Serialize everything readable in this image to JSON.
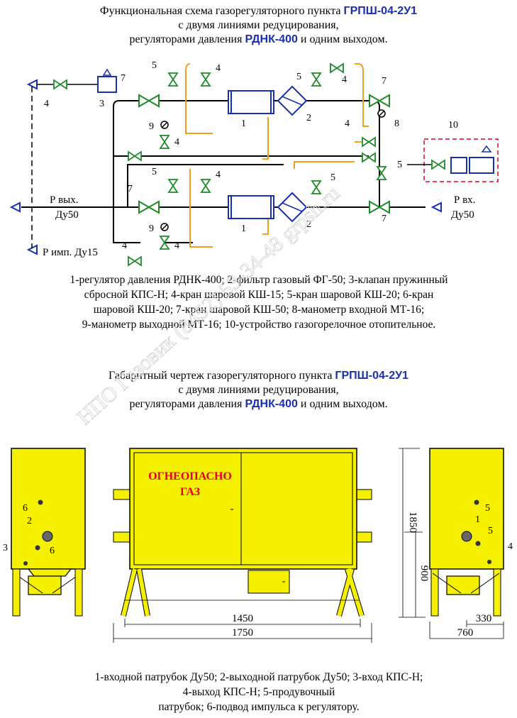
{
  "title1": {
    "line1_prefix": "Функциональная схема газорегуляторного пункта ",
    "line1_code": "ГРПШ-04-2У1",
    "line2": "с двумя линиями редуцирования,",
    "line3_prefix": "регуляторами давления ",
    "line3_code": "РДНК-400",
    "line3_suffix": " и одним выходом."
  },
  "scheme": {
    "p_out": "Р вых.",
    "dn_out": "Ду50",
    "p_imp": "Р имп. Ду15",
    "p_in": "Р вх.",
    "dn_in": "Ду50",
    "n1": "1",
    "n2": "2",
    "n3": "3",
    "n4": "4",
    "n5": "5",
    "n7": "7",
    "n8": "8",
    "n9": "9",
    "n10": "10"
  },
  "legend1": {
    "line1": "1-регулятор давления РДНК-400; 2-фильтр газовый ФГ-50; 3-клапан пружинный",
    "line2": "сбросной КПС-Н; 4-кран шаровой КШ-15; 5-кран шаровой КШ-20; 6-кран",
    "line3": "шаровой КШ-20; 7-кран шаровой КШ-50; 8-манометр входной МТ-16;",
    "line4": "9-манометр выходной МТ-16; 10-устройство газогорелочное отопительное."
  },
  "title2": {
    "line1_prefix": "Габаритный чертеж газорегуляторного пункта ",
    "line1_code": "ГРПШ-04-2У1",
    "line2": "с двумя линиями редуцирования,",
    "line3_prefix": "регуляторами давления ",
    "line3_code": "РДНК-400",
    "line3_suffix": " и одним выходом."
  },
  "drawing": {
    "warning_line1": "ОГНЕОПАСНО",
    "warning_line2": "ГАЗ",
    "dim_width_inner": "1450",
    "dim_width_outer": "1750",
    "dim_height": "1850",
    "dim_height_low": "900",
    "dim_depth": "760",
    "dim_depth_inner": "330",
    "callouts": [
      "1",
      "2",
      "3",
      "4",
      "5",
      "6"
    ]
  },
  "legend2": {
    "line1": "1-входной патрубок Ду50; 2-выходной патрубок Ду50; 3-вход КПС-Н;",
    "line2": "4-выход КПС-Н; 5-продувочный",
    "line3": "патрубок; 6-подвод импульса к регулятору."
  },
  "watermark": "НПО Газовик (8452) 53-34-48  grpsh.ru",
  "colors": {
    "valve_green": "#1f8a2a",
    "blue": "#1a2fb0",
    "orange_impulse": "#f0a020",
    "cabinet_yellow": "#f5f000",
    "warning_red": "#e4002b",
    "dashed_red": "#e4002b"
  }
}
